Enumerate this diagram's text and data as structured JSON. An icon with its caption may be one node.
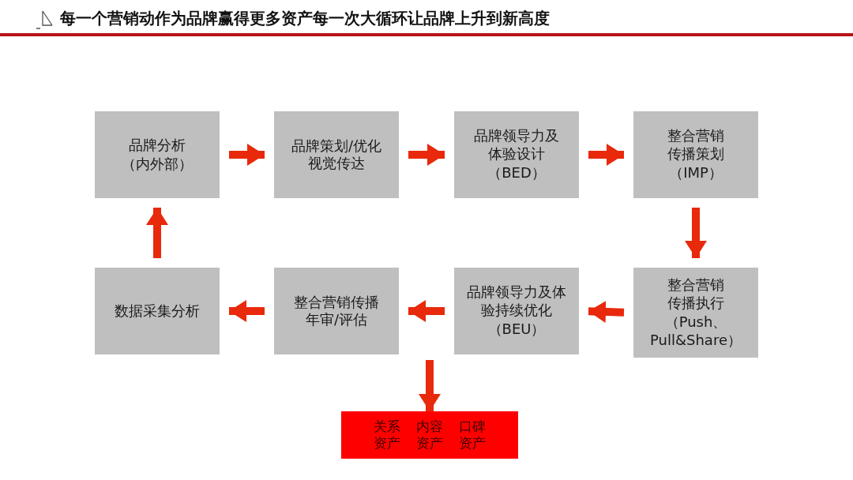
{
  "diagram": {
    "title": "每一个营销动作为品牌赢得更多资产每一次大循环让品牌上升到新高度",
    "nodes": [
      {
        "text": [
          "品牌分析",
          "（内外部）"
        ]
      },
      {
        "text": [
          "品牌策划/优化视觉传达"
        ]
      },
      {
        "text": [
          "品牌领导力及体验设计",
          "（BED）"
        ]
      },
      {
        "text": [
          "整合营销传播策划",
          "（IMP）"
        ]
      },
      {
        "text": [
          "整合营销传播执行",
          "（Push、Pull&Share）"
        ]
      },
      {
        "text": [
          "品牌领导力及体验持续优化",
          "（BEU）"
        ]
      },
      {
        "text": [
          "整合营销传播年审/评估"
        ]
      },
      {
        "text": [
          "数据采集分析"
        ]
      },
      {
        "text": [
          "关系资产",
          "内容资产",
          "口碑资产"
        ]
      }
    ],
    "edges": [
      {
        "from": 0,
        "to": 1,
        "arrow": "to"
      },
      {
        "from": 1,
        "to": 2,
        "arrow": "to"
      },
      {
        "from": 2,
        "to": 3,
        "arrow": "to"
      },
      {
        "from": 3,
        "to": 4,
        "arrow": "to"
      },
      {
        "from": 4,
        "to": 5,
        "arrow": "to"
      },
      {
        "from": 5,
        "to": 6,
        "arrow": "to"
      },
      {
        "from": 6,
        "to": 7,
        "arrow": "to"
      },
      {
        "from": 7,
        "to": 0,
        "arrow": "to"
      },
      {
        "from": null,
        "to": 8,
        "arrow": "to"
      }
    ]
  }
}
